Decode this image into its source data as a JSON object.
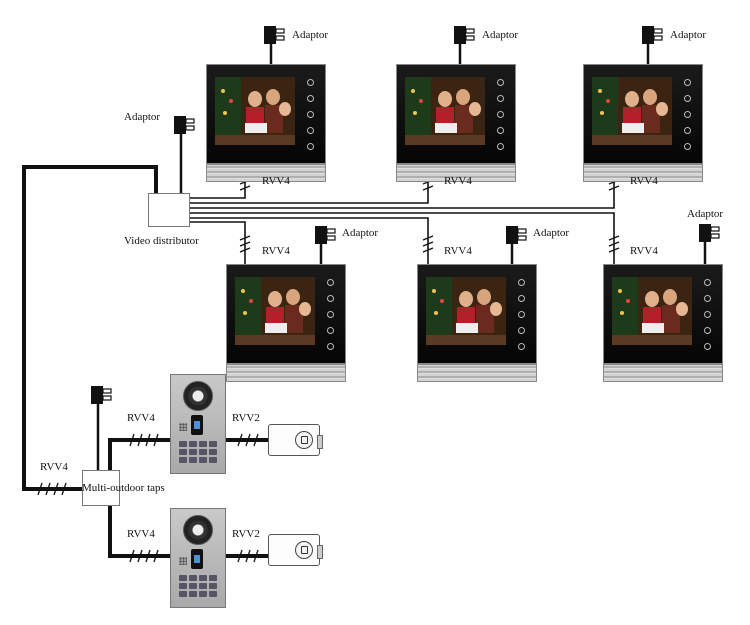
{
  "labels": {
    "adaptor": "Adaptor",
    "rvv4": "RVV4",
    "rvv2": "RVV2",
    "video_distributor": "Video distributor",
    "multi_outdoor_taps": "Multi-outdoor taps"
  },
  "colors": {
    "wire": "#111111",
    "background": "#ffffff",
    "monitor_bezel": "#0a0a0a",
    "chrome": "#b0b0b0"
  },
  "devices": {
    "indoor_monitor_count": 6,
    "outdoor_panel_count": 2,
    "electric_lock_count": 2,
    "adaptor_count": 8
  }
}
